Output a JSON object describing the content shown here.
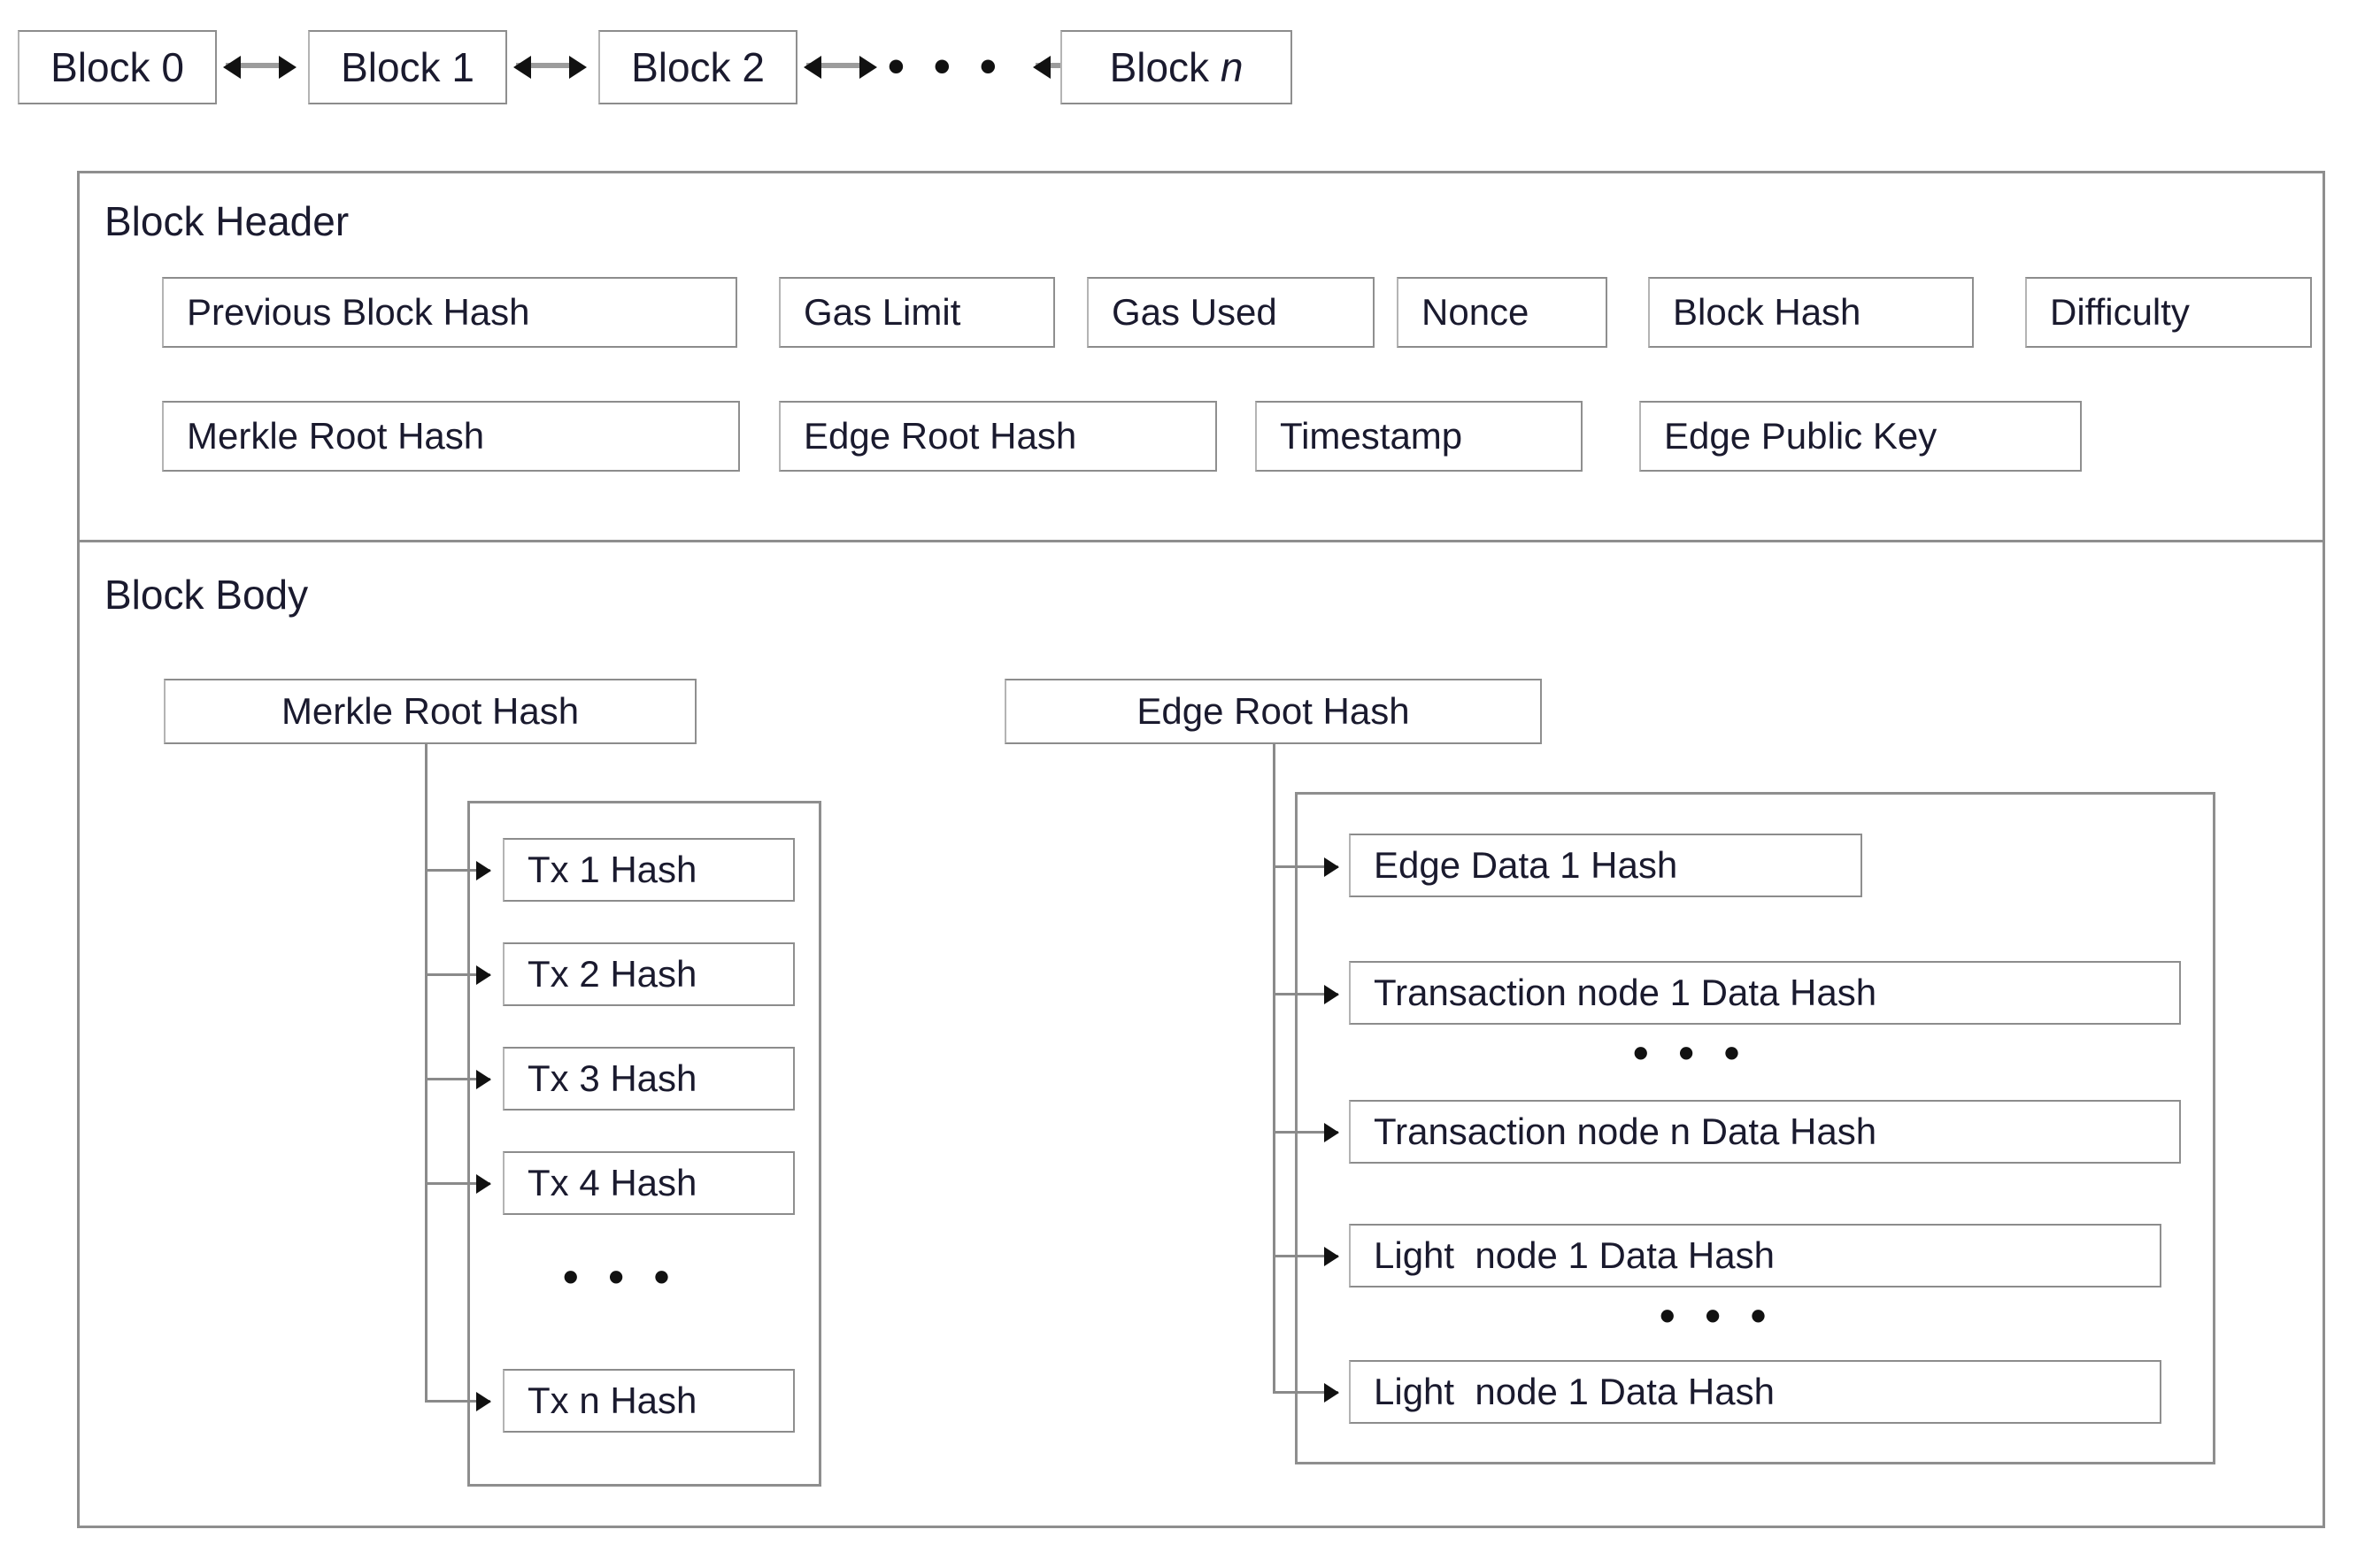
{
  "chain": {
    "blocks": [
      {
        "label": "Block 0"
      },
      {
        "label": "Block 1"
      },
      {
        "label": "Block 2"
      },
      {
        "label": "Block ",
        "italic_suffix": "n"
      }
    ],
    "ellipsis": "• • •"
  },
  "header": {
    "title": "Block Header",
    "row1": [
      "Previous Block Hash",
      "Gas Limit",
      "Gas Used",
      "Nonce",
      "Block Hash",
      "Difficulty"
    ],
    "row2": [
      "Merkle Root Hash",
      "Edge Root Hash",
      "Timestamp",
      "Edge Public Key"
    ]
  },
  "body": {
    "title": "Block Body",
    "merkle": {
      "root_label": "Merkle Root Hash",
      "leaves": [
        "Tx 1 Hash",
        "Tx 2 Hash",
        "Tx 3 Hash",
        "Tx 4 Hash",
        "Tx n Hash"
      ],
      "ellipsis": "• • •"
    },
    "edge": {
      "root_label": "Edge Root Hash",
      "leaves": [
        "Edge Data 1 Hash",
        "Transaction node 1 Data Hash",
        "Transaction node n Data Hash",
        "Light  node 1 Data Hash",
        "Light  node 1 Data Hash"
      ],
      "ellipsis_1": "• • •",
      "ellipsis_2": "• • •"
    }
  },
  "colors": {
    "box_border": "#9a9a9a",
    "frame_border": "#8e8e8e",
    "text": "#1a1a2e",
    "connector": "#8a8a8a",
    "arrow": "#111111",
    "background": "#ffffff"
  }
}
